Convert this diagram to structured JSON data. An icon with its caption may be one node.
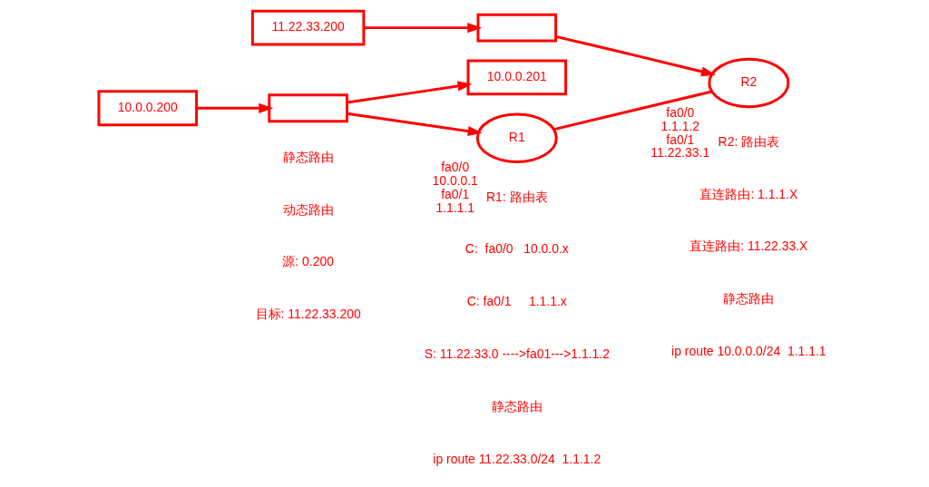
{
  "diagram": {
    "nodes": [
      {
        "text": [],
        "shape": "box"
      },
      {
        "text": [
          "10.0.0.201"
        ]
      },
      {
        "text": [
          "10.0.0.200"
        ]
      },
      {
        "text": [
          "R1"
        ],
        "beside": [
          "fa0/0",
          "10.0.0.1",
          "fa0/1",
          "1.1.1.1"
        ]
      },
      {
        "text": [
          "R2"
        ],
        "beside": [
          "fa0/0",
          "1.1.1.2",
          "fa0/1",
          "11.22.33.1"
        ]
      },
      {
        "text": [],
        "shape": "box"
      },
      {
        "text": [
          "11.22.33.200"
        ]
      }
    ],
    "edges": [
      {
        "from": 0,
        "to": 1,
        "arrow": "to"
      },
      {
        "from": 2,
        "to": 0,
        "arrow": "to"
      },
      {
        "from": 0,
        "to": 3,
        "arrow": "to"
      },
      {
        "from": 3,
        "to": 4,
        "arrow": "none"
      },
      {
        "from": 6,
        "to": 5,
        "arrow": "to"
      },
      {
        "from": 5,
        "to": 4,
        "arrow": "to"
      }
    ],
    "labels": [
      "静态路由",
      "动态路由",
      "源: 0.200",
      "目标: 11.22.33.200",
      "R1: 路由表",
      "C:  fa0/0   10.0.0.x",
      "C: fa0/1     1.1.1.x",
      "S: 11.22.33.0 ---->fa01--->1.1.1.2",
      "静态路由",
      "ip route 11.22.33.0/24  1.1.1.2",
      "R2: 路由表",
      "直连路由: 1.1.1.X",
      "直连路由: 11.22.33.X",
      "静态路由",
      "ip route 10.0.0.0/24  1.1.1.1"
    ]
  }
}
